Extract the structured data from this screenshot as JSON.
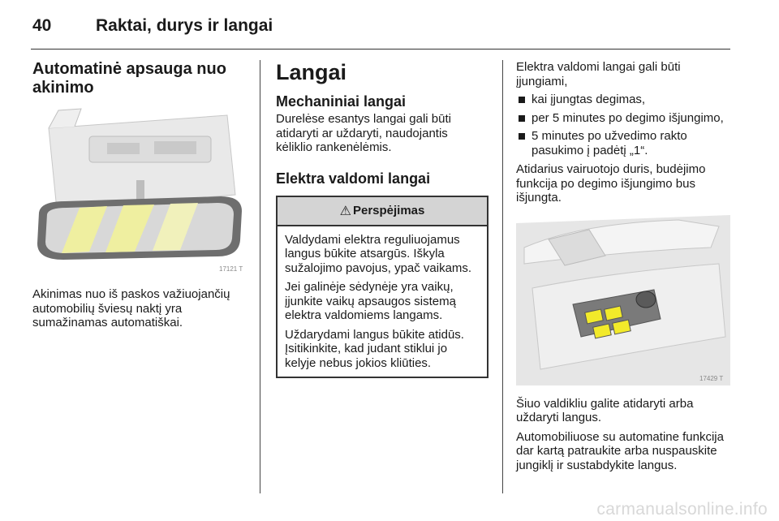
{
  "header": {
    "page_number": "40",
    "title": "Raktai, durys ir langai"
  },
  "left_col": {
    "heading": "Automatinė apsauga nuo akinimo",
    "figure_code": "17121 T",
    "body": "Akinimas nuo iš paskos važiuojančių automobilių šviesų naktį yra sumažinamas automatiškai."
  },
  "mid_col": {
    "title": "Langai",
    "sub1": "Mechaniniai langai",
    "sub1_body": "Durelėse esantys langai gali būti atidaryti ar uždaryti, naudojantis kėliklio rankenėlėmis.",
    "sub2": "Elektra valdomi langai",
    "warning": {
      "symbol": "⚠",
      "title": "Perspėjimas",
      "paragraphs": [
        "Valdydami elektra reguliuojamus langus būkite atsargūs. Iškyla sužalojimo pavojus, ypač vaikams.",
        "Jei galinėje sėdynėje yra vaikų, įjunkite vaikų apsaugos sistemą elektra valdomiems langams.",
        "Uždarydami langus būkite atidūs. Įsitikinkite, kad judant stiklui jo kelyje nebus jokios kliūties."
      ]
    }
  },
  "right_col": {
    "intro": "Elektra valdomi langai gali būti įjungiami,",
    "bullets": [
      "kai įjungtas degimas,",
      "per 5 minutes po degimo išjungimo,",
      "5 minutes po užvedimo rakto pasukimo į padėtį „1“."
    ],
    "para2": "Atidarius vairuotojo duris, budėjimo funkcija po degimo išjungimo bus išjungta.",
    "figure_code": "17429 T",
    "para3": "Šiuo valdikliu galite atidaryti arba uždaryti langus.",
    "para4": "Automobiliuose su automatine funkcija dar kartą patraukite arba nuspauskite jungiklį ir sustabdykite langus."
  },
  "watermark": "carmanualsonline.info"
}
